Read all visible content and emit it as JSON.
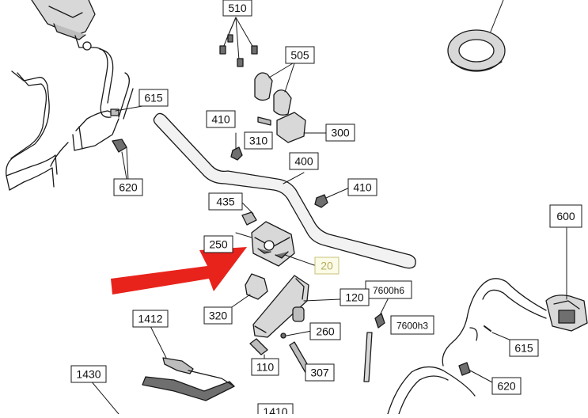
{
  "diagram": {
    "callouts": [
      {
        "id": "c510",
        "label": "510"
      },
      {
        "id": "c505",
        "label": "505"
      },
      {
        "id": "c615a",
        "label": "615"
      },
      {
        "id": "c410a",
        "label": "410"
      },
      {
        "id": "c300",
        "label": "300"
      },
      {
        "id": "c310",
        "label": "310"
      },
      {
        "id": "c620a",
        "label": "620"
      },
      {
        "id": "c400",
        "label": "400"
      },
      {
        "id": "c410b",
        "label": "410"
      },
      {
        "id": "c435",
        "label": "435"
      },
      {
        "id": "c600",
        "label": "600"
      },
      {
        "id": "c250",
        "label": "250"
      },
      {
        "id": "c20",
        "label": "20"
      },
      {
        "id": "c7600h6",
        "label": "7600h6"
      },
      {
        "id": "c120",
        "label": "120"
      },
      {
        "id": "c320",
        "label": "320"
      },
      {
        "id": "c1412",
        "label": "1412"
      },
      {
        "id": "c7600h3",
        "label": "7600h3"
      },
      {
        "id": "c260",
        "label": "260"
      },
      {
        "id": "c615b",
        "label": "615"
      },
      {
        "id": "c1430",
        "label": "1430"
      },
      {
        "id": "c110",
        "label": "110"
      },
      {
        "id": "c307",
        "label": "307"
      },
      {
        "id": "c620b",
        "label": "620"
      },
      {
        "id": "c1410",
        "label": "1410"
      }
    ],
    "colors": {
      "line": "#1a1a1a",
      "part_fill": "#d8d8d8",
      "part_dark": "#6f6f6f",
      "highlight_border": "#c9c27a",
      "highlight_fill": "#fbfbe8",
      "highlight_text": "#b6ad5c",
      "arrow": "#e8231c"
    }
  }
}
